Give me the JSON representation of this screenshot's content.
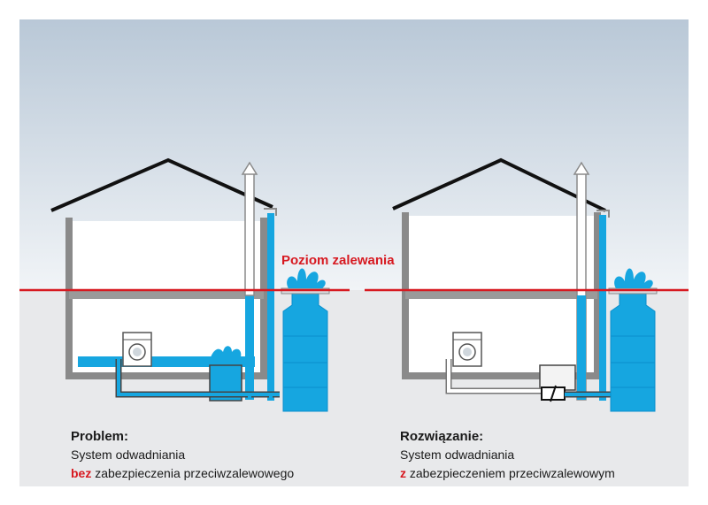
{
  "flood_label": "Poziom zalewania",
  "panels": [
    {
      "title": "Problem:",
      "line1": "System odwadniania",
      "line2_highlight": "bez",
      "line2_rest": " zabezpieczenia przeciwzalewowego"
    },
    {
      "title": "Rozwiązanie:",
      "line1": "System odwadniania",
      "line2_highlight": "z",
      "line2_rest": " zabezpieczeniem przeciwzalewowym"
    }
  ],
  "colors": {
    "water": "#16a6e0",
    "water_dark": "#0b8fcc",
    "flood_line": "#d71920",
    "wall": "#8a8a8a",
    "ground": "#e8e9eb",
    "sky_top": "#b9c8d7",
    "sky_bottom": "#eef2f6"
  }
}
